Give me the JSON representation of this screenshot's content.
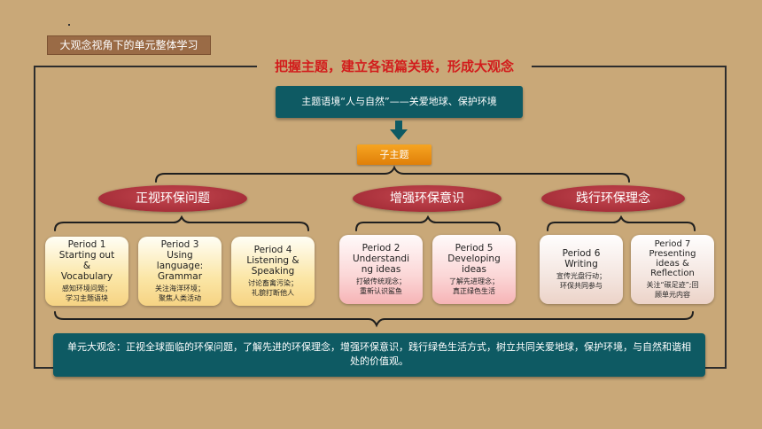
{
  "header": {
    "tag": "大观念视角下的单元整体学习"
  },
  "frame": {
    "title": "把握主题，建立各语篇关联，形成大观念"
  },
  "topic": {
    "label": "主题语境“人与自然”——关爱地球、保护环境"
  },
  "subtopic": {
    "label": "子主题"
  },
  "themes": [
    {
      "label": "正视环保问题"
    },
    {
      "label": "增强环保意识"
    },
    {
      "label": "践行环保理念"
    }
  ],
  "periods": [
    {
      "title": "Period 1\nStarting out\n&\nVocabulary",
      "desc": "感知环境问题；\n学习主题语块"
    },
    {
      "title": "Period 3\nUsing\nlanguage:\nGrammar",
      "desc": "关注海洋环境；\n聚焦人类活动"
    },
    {
      "title": "Period 4\nListening &\nSpeaking",
      "desc": "讨论畜禽污染；\n礼貌打断他人"
    },
    {
      "title": "Period 2\nUnderstandi\nng ideas",
      "desc": "打破传统观念；\n重新认识鲨鱼"
    },
    {
      "title": "Period 5\nDeveloping\nideas",
      "desc": "了解先进理念；\n真正绿色生活"
    },
    {
      "title": "Period 6\nWriting",
      "desc": "宣传光盘行动；\n环保共同参与"
    },
    {
      "title": "Period 7\nPresenting\nideas &\nReflection",
      "desc": "关注“碳足迹”;回\n顾单元内容"
    }
  ],
  "summary": {
    "text": "单元大观念：正视全球面临的环保问题，了解先进的环保理念，增强环保意识，践行绿色生活方式，树立共同关爱地球，保护环境，与自然和谐相处的价值观。"
  },
  "colors": {
    "background": "#c9a878",
    "teal": "#0e5a63",
    "theme_red": "#a82c38",
    "title_red": "#d21c1c",
    "orange": "#f29416"
  }
}
